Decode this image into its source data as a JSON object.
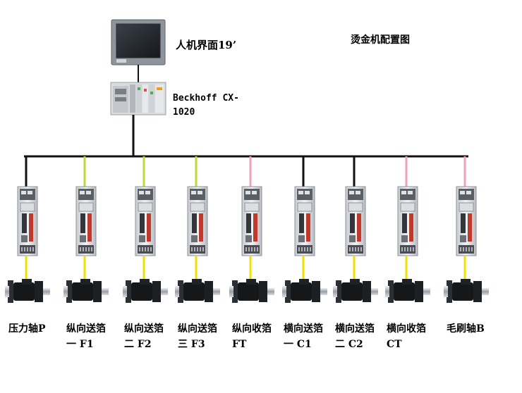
{
  "title": "烫金机配置图",
  "hmi": {
    "label": "人机界面19’"
  },
  "controller": {
    "line1": "Beckhoff CX-",
    "line2": "1020"
  },
  "colors": {
    "ethercat_black": "#111111",
    "link_green": "#b8dc3c",
    "link_pink": "#f0a0c0",
    "motor_cable": "#f0e000"
  },
  "axes": [
    {
      "line1": "压力轴P",
      "line2": "",
      "link_color": "black"
    },
    {
      "line1": "纵向送箔",
      "line2": "一  F1",
      "link_color": "green"
    },
    {
      "line1": "纵向送箔",
      "line2": "二  F2",
      "link_color": "green"
    },
    {
      "line1": "纵向送箔",
      "line2": "三  F3",
      "link_color": "green"
    },
    {
      "line1": "纵向收箔",
      "line2": "FT",
      "link_color": "pink"
    },
    {
      "line1": "横向送箔",
      "line2": "一  C1",
      "link_color": "black"
    },
    {
      "line1": "横向送箔",
      "line2": "二  C2",
      "link_color": "black"
    },
    {
      "line1": "横向收箔",
      "line2": "CT",
      "link_color": "pink"
    },
    {
      "line1": "毛刷轴B",
      "line2": "",
      "link_color": "pink"
    }
  ]
}
